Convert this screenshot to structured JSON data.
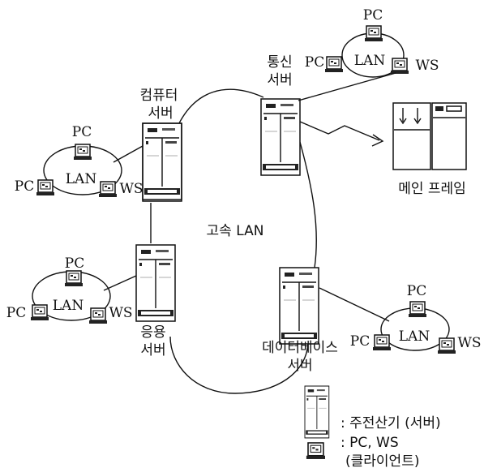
{
  "nodes": {
    "comm_server": {
      "line1": "통신",
      "line2": "서버"
    },
    "computer_server": {
      "line1": "컴퓨터",
      "line2": "서버"
    },
    "app_server": {
      "line1": "응용",
      "line2": "서버"
    },
    "db_server": {
      "line1": "데이터베이스",
      "line2": "서버"
    },
    "mainframe": {
      "label": "메인 프레임"
    }
  },
  "backbone_label": "고속 LAN",
  "lan_groups": {
    "top_right": {
      "pc_top": "PC",
      "pc_left": "PC",
      "lan": "LAN",
      "ws": "WS"
    },
    "left_upper": {
      "pc_top": "PC",
      "pc_left": "PC",
      "lan": "LAN",
      "ws": "WS"
    },
    "left_lower": {
      "pc_top": "PC",
      "pc_left": "PC",
      "lan": "LAN",
      "ws": "WS"
    },
    "bottom_right": {
      "pc_top": "PC",
      "pc_left": "PC",
      "lan": "LAN",
      "ws": "WS"
    }
  },
  "legend": {
    "server_text": ": 주전산기 (서버)",
    "client_text1": ": PC,   WS",
    "client_text2": "(클라이언트)"
  }
}
